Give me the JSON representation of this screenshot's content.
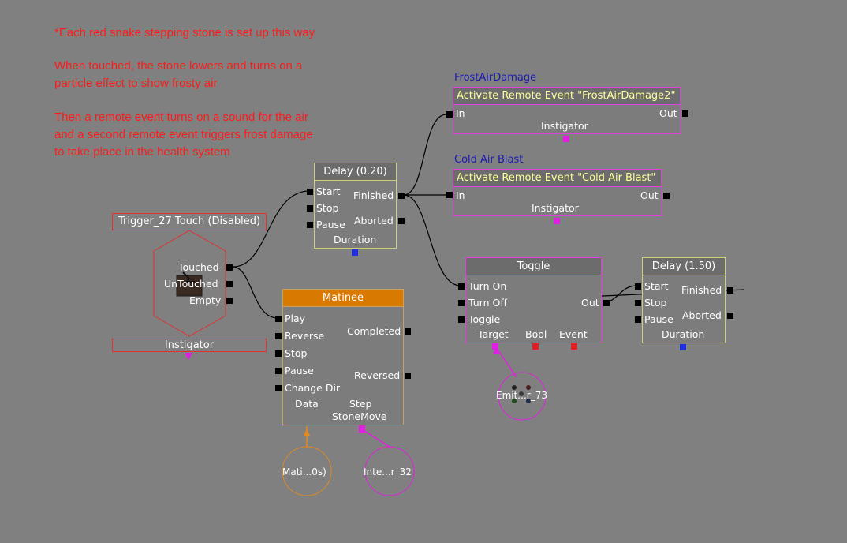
{
  "notes": {
    "line1": "*Each red snake stepping stone is set up this way",
    "line2": "When touched, the stone lowers and turns on a",
    "line3": "particle effect to show frosty air",
    "line4": "Then a remote event turns on a sound for the air",
    "line5": "and a second remote event triggers frost damage",
    "line6": "to take place in the health system"
  },
  "trigger": {
    "title": "Trigger_27 Touch (Disabled)",
    "touched": "Touched",
    "untouched": "UnTouched",
    "empty": "Empty",
    "instigator": "Instigator"
  },
  "delay1": {
    "title": "Delay (0.20)",
    "start": "Start",
    "stop": "Stop",
    "pause": "Pause",
    "finished": "Finished",
    "aborted": "Aborted",
    "duration": "Duration"
  },
  "matinee": {
    "title": "Matinee",
    "play": "Play",
    "reverse": "Reverse",
    "stop": "Stop",
    "pause": "Pause",
    "change_dir": "Change Dir",
    "completed": "Completed",
    "reversed": "Reversed",
    "data": "Data",
    "step1": "Step",
    "step2": "StoneMove"
  },
  "remote1": {
    "comment": "FrostAirDamage",
    "title": "Activate Remote Event \"FrostAirDamage2\"",
    "in": "In",
    "out": "Out",
    "instigator": "Instigator"
  },
  "remote2": {
    "comment": "Cold Air Blast",
    "title": "Activate Remote Event \"Cold Air Blast\"",
    "in": "In",
    "out": "Out",
    "instigator": "Instigator"
  },
  "toggle": {
    "title": "Toggle",
    "turn_on": "Turn On",
    "turn_off": "Turn Off",
    "toggle": "Toggle",
    "out": "Out",
    "target": "Target",
    "bool": "Bool",
    "event": "Event"
  },
  "delay2": {
    "title": "Delay (1.50)",
    "start": "Start",
    "stop": "Stop",
    "pause": "Pause",
    "finished": "Finished",
    "aborted": "Aborted",
    "duration": "Duration"
  },
  "vars": {
    "emitter": "Emit...r_73",
    "matinee_data": "Mati...0s)",
    "interp": "Inte...r_32"
  },
  "colors": {
    "background": "#808080",
    "note_text": "#ff1a1a",
    "matinee_header": "#d97a00",
    "remote_border": "#e040e0",
    "node_border": "#cfcf7a",
    "float_pin": "#2030e0",
    "bool_pin": "#e02020",
    "object_pin": "#e020e0",
    "checkmark": "#1aa01a"
  }
}
